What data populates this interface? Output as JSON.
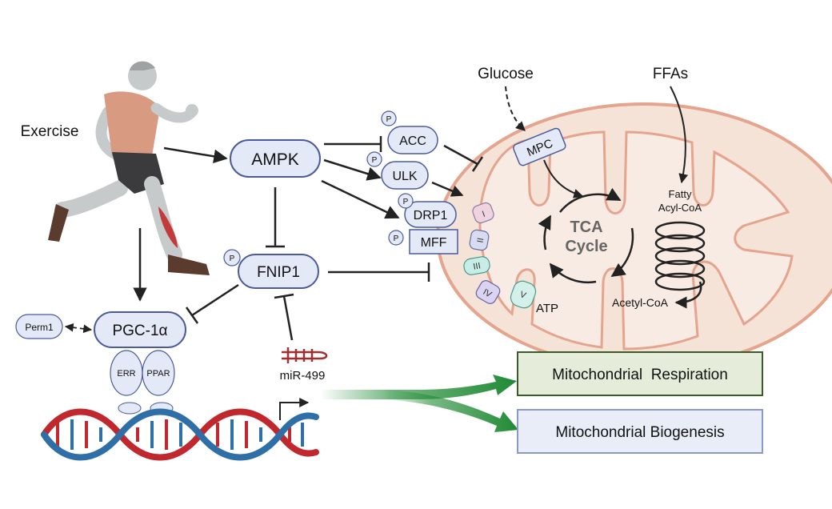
{
  "labels": {
    "exercise": "Exercise",
    "ampk": "AMPK",
    "fnip1": "FNIP1",
    "pgc1a": "PGC-1α",
    "perm1": "Perm1",
    "err": "ERR",
    "ppar": "PPAR",
    "mir499": "miR-499",
    "acc": "ACC",
    "ulk": "ULK",
    "drp1": "DRP1",
    "mff": "MFF",
    "p": "P",
    "glucose": "Glucose",
    "ffas": "FFAs",
    "mpc": "MPC",
    "tca_line1": "TCA",
    "tca_line2": "Cycle",
    "fatty_line1": "Fatty",
    "fatty_line2": "Acyl-CoA",
    "acetyl_coa": "Acetyl-CoA",
    "atp": "ATP",
    "complex_1": "I",
    "complex_2": "II",
    "complex_3": "III",
    "complex_4": "IV",
    "complex_5": "V",
    "respiration": "Mitochondrial  Respiration",
    "biogenesis": "Mitochondrial Biogenesis"
  },
  "colors": {
    "node_fill": "#e4e9f7",
    "node_stroke": "#4a5a9a",
    "mito_fill": "#f5e3d8",
    "mito_stroke": "#e4a48d",
    "respiration_fill": "#e5ecd9",
    "respiration_stroke": "#3b5a2a",
    "biogenesis_fill": "#e8edf7",
    "biogenesis_stroke": "#8a9ac8",
    "green_arrow": "#1f8a34",
    "dna_red": "#c0282d",
    "dna_blue": "#2f6fa8",
    "mirna": "#a03030"
  }
}
